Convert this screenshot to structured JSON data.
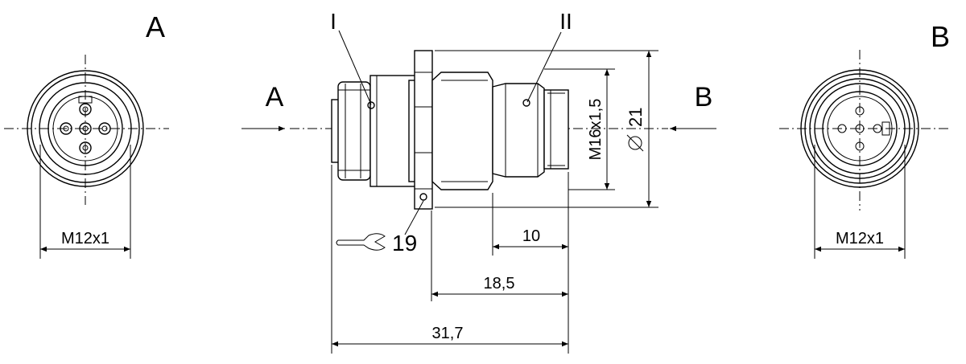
{
  "views": {
    "left_label": "A",
    "right_label": "B",
    "arrow_left_label": "A",
    "arrow_right_label": "B"
  },
  "parts": {
    "part_1": "I",
    "part_2": "II"
  },
  "dimensions": {
    "left_thread": "M12x1",
    "right_thread": "M12x1",
    "hex_thread": "M16x1,5",
    "diameter": "21",
    "wrench_size": "19",
    "dim_10": "10",
    "dim_18_5": "18,5",
    "dim_31_7": "31,7"
  }
}
